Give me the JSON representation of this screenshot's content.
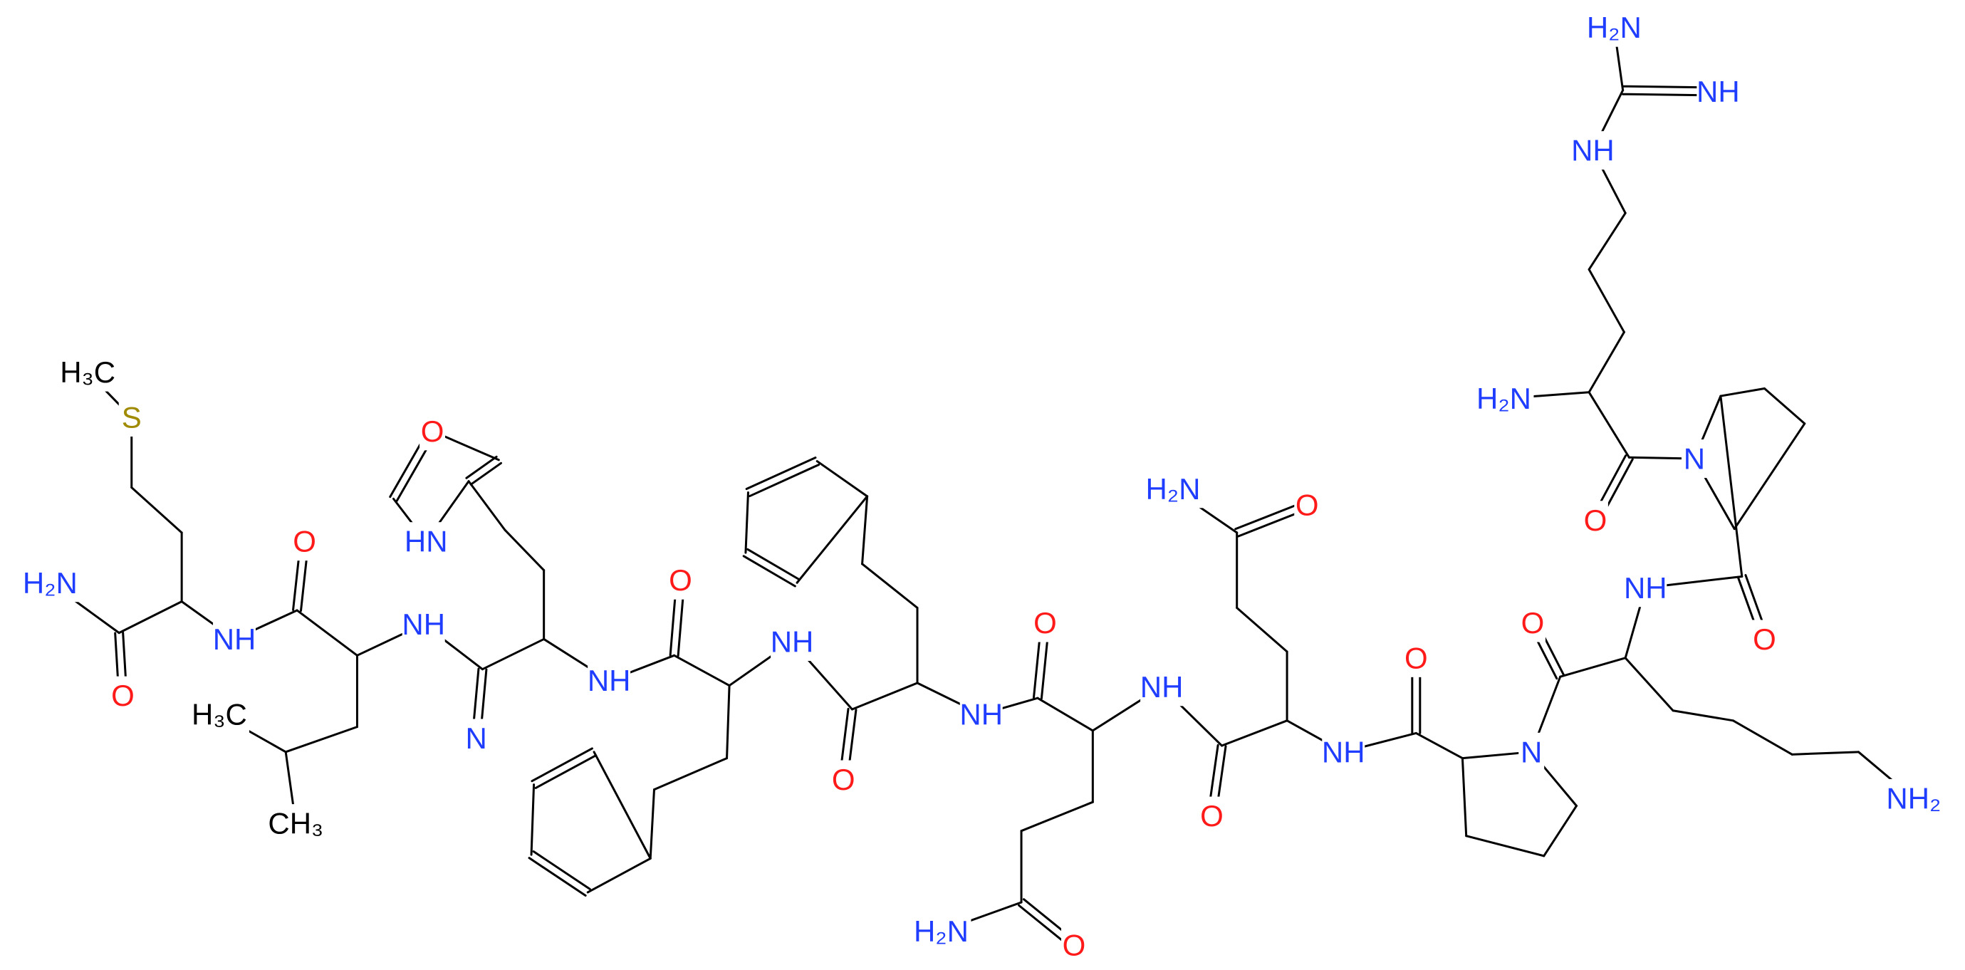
{
  "colors": {
    "background": "#ffffff",
    "bond": "#000000",
    "N": "#1f3dff",
    "O": "#ff1a1a",
    "S": "#a08a00",
    "C": "#000000"
  },
  "labels": {
    "a1": {
      "text": "H₂N",
      "color": "N"
    },
    "a2": {
      "text": "NH",
      "color": "N"
    },
    "a3": {
      "text": "NH",
      "color": "N"
    },
    "a4": {
      "text": "H₂N",
      "color": "N"
    },
    "a5": {
      "text": "N",
      "color": "N"
    },
    "a6": {
      "text": "O",
      "color": "O"
    },
    "a7": {
      "text": "NH",
      "color": "N"
    },
    "a8": {
      "text": "O",
      "color": "O"
    },
    "a9": {
      "text": "O",
      "color": "O"
    },
    "a10": {
      "text": "N",
      "color": "N"
    },
    "a11": {
      "text": "O",
      "color": "O"
    },
    "a12": {
      "text": "NH₂",
      "color": "N"
    },
    "a13": {
      "text": "NH",
      "color": "N"
    },
    "a14": {
      "text": "O",
      "color": "O"
    },
    "a15": {
      "text": "O",
      "color": "O"
    },
    "a16": {
      "text": "H₂N",
      "color": "N"
    },
    "a17": {
      "text": "NH",
      "color": "N"
    },
    "a18": {
      "text": "O",
      "color": "O"
    },
    "a19": {
      "text": "O",
      "color": "O"
    },
    "a20": {
      "text": "H₂N",
      "color": "N"
    },
    "a21": {
      "text": "NH",
      "color": "N"
    },
    "a22": {
      "text": "O",
      "color": "O"
    },
    "a23": {
      "text": "NH",
      "color": "N"
    },
    "a24": {
      "text": "O",
      "color": "O"
    },
    "a25": {
      "text": "NH",
      "color": "N"
    },
    "a26": {
      "text": "N",
      "color": "N"
    },
    "a27": {
      "text": "HN",
      "color": "N"
    },
    "a28": {
      "text": "O",
      "color": "O"
    },
    "a29": {
      "text": "NH",
      "color": "N"
    },
    "a30": {
      "text": "O",
      "color": "O"
    },
    "a31": {
      "text": "NH",
      "color": "N"
    },
    "a32": {
      "text": "H₂N",
      "color": "N"
    },
    "a33": {
      "text": "O",
      "color": "O"
    },
    "a34": {
      "text": "S",
      "color": "S"
    },
    "a35": {
      "text": "H₃C",
      "color": "C"
    },
    "a36": {
      "text": "H₃C",
      "color": "C"
    },
    "a37": {
      "text": "CH₃",
      "color": "C"
    }
  }
}
